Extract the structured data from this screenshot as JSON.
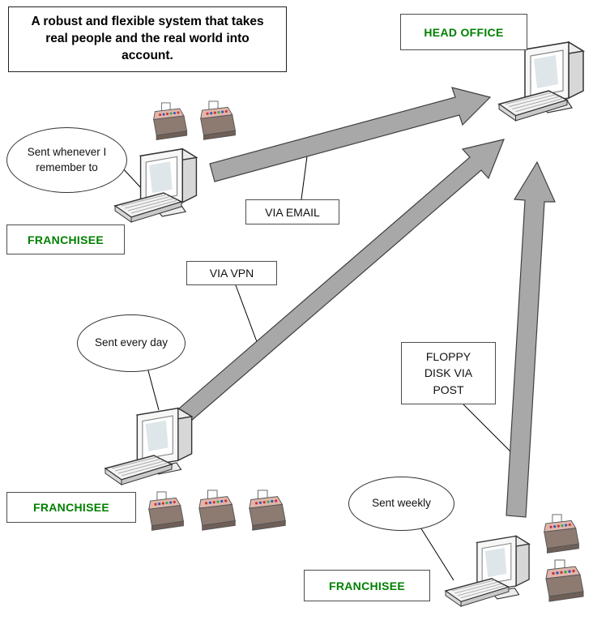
{
  "title": "A robust and flexible system that takes real people and the real world into account.",
  "head_office": {
    "label": "HEAD OFFICE"
  },
  "connections": [
    {
      "franchisee_label": "FRANCHISEE",
      "bubble": "Sent whenever I remember to",
      "method": "VIA EMAIL",
      "registers": 2
    },
    {
      "franchisee_label": "FRANCHISEE",
      "bubble": "Sent every day",
      "method": "VIA VPN",
      "registers": 3
    },
    {
      "franchisee_label": "FRANCHISEE",
      "bubble": "Sent weekly",
      "method": "FLOPPY DISK VIA POST",
      "registers": 2
    }
  ],
  "colors": {
    "label_green": "#008000",
    "arrow_fill": "#a8a8a8",
    "arrow_outline": "#404040",
    "box_border": "#4d4d4d"
  },
  "icons": {
    "computer": "desktop-computer-icon",
    "keyboard": "keyboard-icon",
    "cash_register": "cash-register-icon"
  }
}
